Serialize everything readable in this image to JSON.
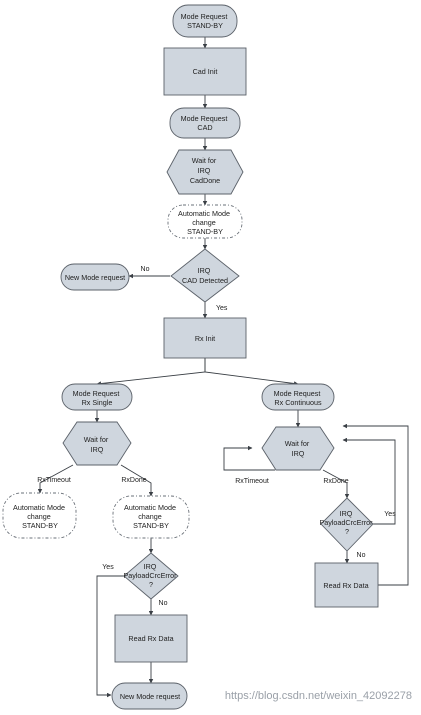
{
  "nodes": {
    "mode_request_standby": [
      "Mode Request",
      "STAND-BY"
    ],
    "cad_init": [
      "Cad Init"
    ],
    "mode_request_cad": [
      "Mode Request",
      "CAD"
    ],
    "wait_irq_caddone": [
      "Wait for",
      "IRQ",
      "CadDone"
    ],
    "auto_mode_standby_top": [
      "Automatic Mode",
      "change",
      "STAND-BY"
    ],
    "irq_cad_detected": [
      "IRQ",
      "CAD Detected"
    ],
    "new_mode_request_top": [
      "New Mode request"
    ],
    "rx_init": [
      "Rx Init"
    ],
    "mode_request_rx_single": [
      "Mode Request",
      "Rx Single"
    ],
    "mode_request_rx_continuous": [
      "Mode Request",
      "Rx Continuous"
    ],
    "wait_irq_left": [
      "Wait for",
      "IRQ"
    ],
    "wait_irq_right": [
      "Wait for",
      "IRQ"
    ],
    "auto_mode_standby_left": [
      "Automatic Mode",
      "change",
      "STAND-BY"
    ],
    "auto_mode_standby_mid": [
      "Automatic Mode",
      "change",
      "STAND-BY"
    ],
    "irq_payload_crc_left": [
      "IRQ",
      "PayloadCrcError",
      "?"
    ],
    "irq_payload_crc_right": [
      "IRQ",
      "PayloadCrcError",
      "?"
    ],
    "read_rx_data_left": [
      "Read Rx Data"
    ],
    "read_rx_data_right": [
      "Read Rx Data"
    ],
    "new_mode_request_bottom": [
      "New Mode request"
    ]
  },
  "edge_labels": {
    "no_top": "No",
    "yes_top": "Yes",
    "rxtimeout_left": "RxTimeout",
    "rxdone_left": "RxDone",
    "rxtimeout_right": "RxTimeout",
    "rxdone_right": "RxDone",
    "yes_left": "Yes",
    "no_left": "No",
    "yes_right": "Yes",
    "no_right": "No"
  },
  "watermark": "https://blog.csdn.net/weixin_42092278"
}
